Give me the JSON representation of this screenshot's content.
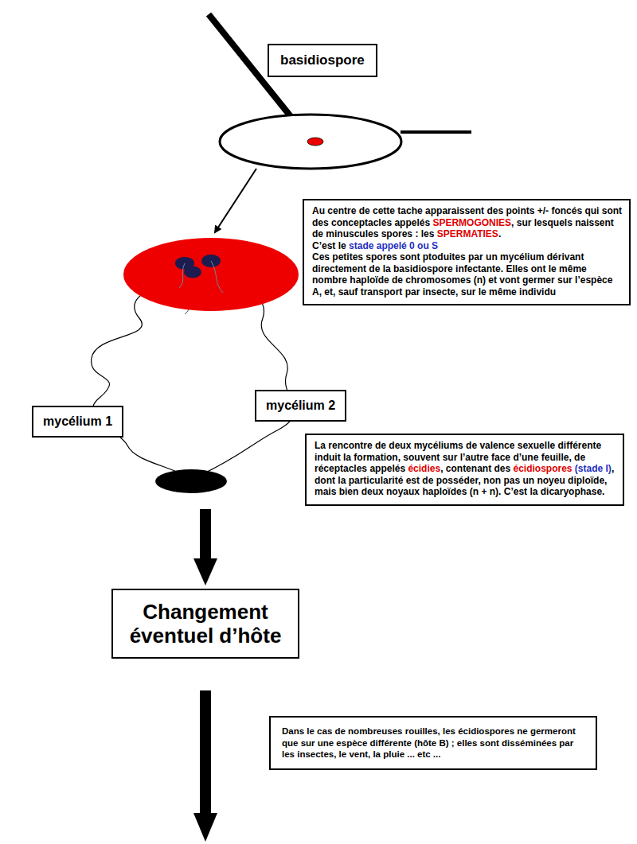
{
  "diagram": {
    "nodes": [
      {
        "text": [
          "basidiospore"
        ]
      },
      {
        "text": [
          "Au centre de cette tache apparaissent des points +/- foncés qui sont des conceptacles appelés",
          "SPERMOGONIES",
          ", sur lesquels naissent de minuscules spores : les",
          "SPERMATIES",
          ".",
          "C’est le",
          "stade appelé 0 ou S",
          "Ces petites spores sont ptoduites par un mycélium dérivant directement de la basidiospore infectante. Elles ont le même nombre haploïde de chromosomes (n) et vont germer sur l’espèce A, et, sauf transport par insecte, sur le même individu"
        ]
      },
      {
        "text": [
          "mycélium 1"
        ]
      },
      {
        "text": [
          "mycélium 2"
        ]
      },
      {
        "text": [
          "La rencontre de deux mycéliums de valence sexuelle différente induit la formation, souvent sur l’autre face d’une feuille, de réceptacles appelés",
          "écidies",
          ", contenant des",
          "écidiospores",
          "(stade I)",
          ", dont la particularité est de posséder, non pas un noyeu diploïde, mais bien deux noyaux haploïdes (n + n). C’est la dicaryophase."
        ]
      },
      {
        "text": [
          "Changement éventuel d’hôte"
        ]
      },
      {
        "text": [
          "Dans le cas de nombreuses rouilles, les écidiospores ne germeront que sur une espèce différente (hôte B) ; elles sont disséminées par les insectes, le vent, la pluie ... etc ..."
        ]
      }
    ]
  }
}
